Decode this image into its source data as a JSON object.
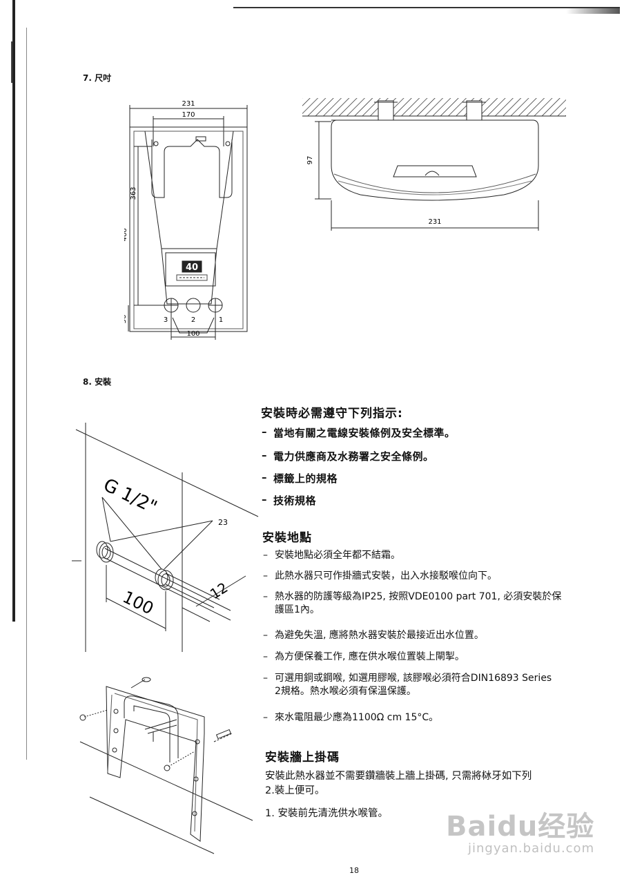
{
  "section7": {
    "title": "7. 尺吋"
  },
  "front_view": {
    "dim_231": "231",
    "dim_170": "170",
    "dim_466": "466",
    "dim_363": "363",
    "dim_56": "56",
    "dim_100": "100",
    "display_value": "40",
    "port_1": "1",
    "port_2": "2",
    "port_3": "3"
  },
  "side_view": {
    "dim_97": "97",
    "dim_231": "231"
  },
  "section8": {
    "title": "8. 安裝"
  },
  "install_diagram": {
    "thread": "G 1/2\"",
    "ref_23": "23",
    "dim_100": "100",
    "dim_12": "12"
  },
  "instructions": {
    "heading": "安裝時必需遵守下列指示:",
    "items": [
      "當地有關之電線安裝條例及安全標準。",
      "電力供應商及水務署之安全條例。",
      "標籤上的規格",
      "技術規格"
    ]
  },
  "location": {
    "heading": "安裝地點",
    "items": [
      "安裝地點必須全年都不結霜。",
      "此熱水器只可作掛牆式安裝，出入水接駁喉位向下。",
      "熱水器的防護等級為IP25, 按照VDE0100 part 701, 必須安裝於保|護區1內。",
      "為避免失溫, 應將熱水器安裝於最接近出水位置。",
      "為方便保養工作, 應在供水喉位置裝上閘掣。",
      "可選用銅或鋼喉, 如選用膠喉, 該膠喉必須符合DIN16893 Series|2規格。熱水喉必須有保溫保護。",
      "來水電阻最少應為1100Ω cm 15°C。"
    ]
  },
  "wall_mount": {
    "heading": "安裝牆上掛碼",
    "paragraph_line1": "安裝此熱水器並不需要鑽牆裝上牆上掛碼, 只需將栤牙如下列",
    "paragraph_line2": "2.裝上便可。",
    "step1": "1. 安裝前先清洗供水喉管。"
  },
  "page_number": "18",
  "watermark": {
    "brand": "Baidu经验",
    "url": "jingyan.baidu.com"
  }
}
